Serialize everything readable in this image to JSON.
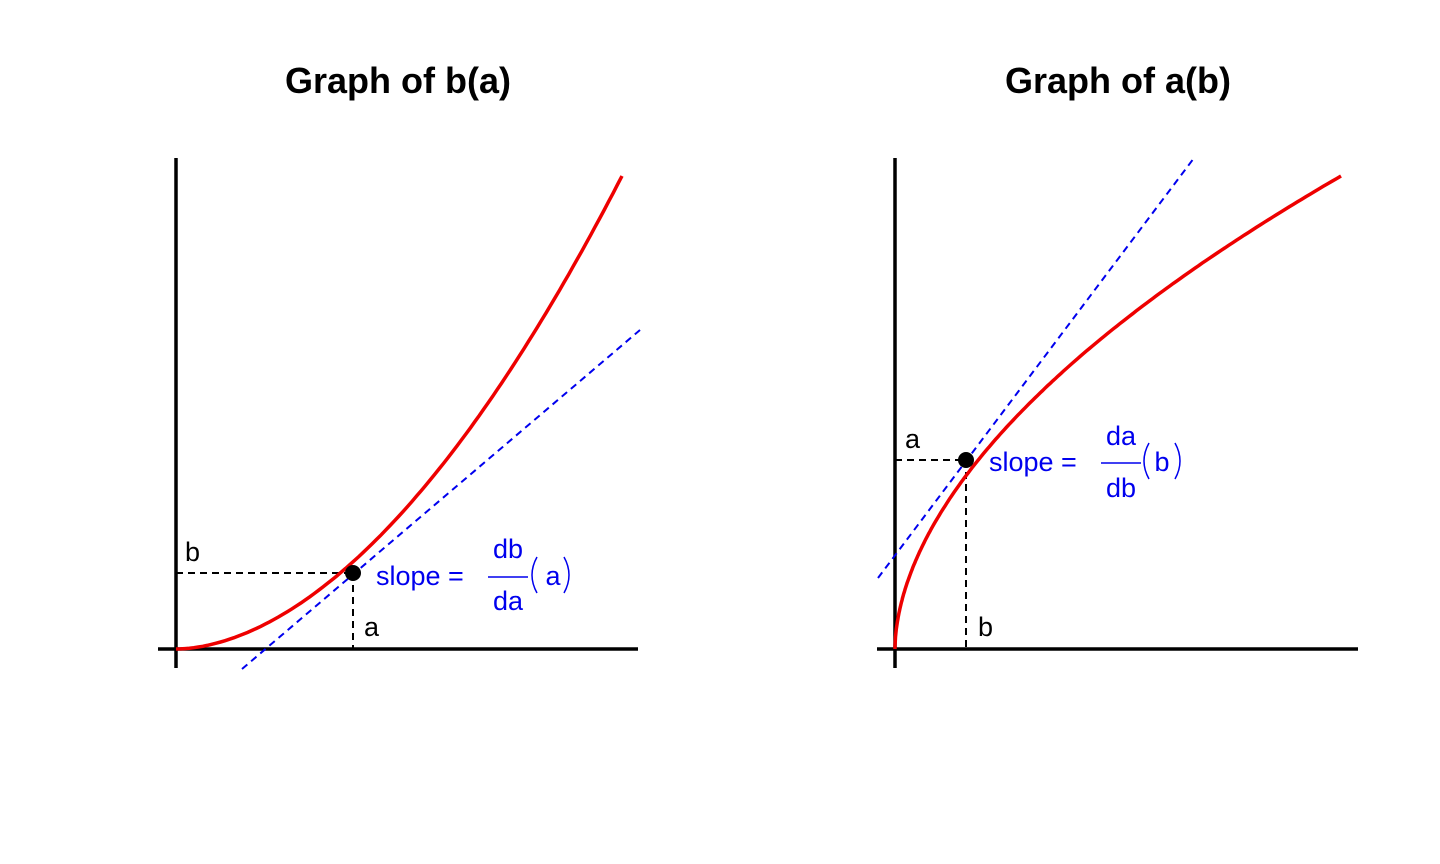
{
  "colors": {
    "curve": "#ee0000",
    "tangent": "#0000ee",
    "axis": "#000000",
    "guide": "#000000",
    "point": "#000000"
  },
  "panels": [
    {
      "title": "Graph of b(a)",
      "point_x_label": "a",
      "point_y_label": "b",
      "slope": {
        "prefix": "slope =",
        "numerator": "db",
        "denominator": "da",
        "argument": "a"
      }
    },
    {
      "title": "Graph of a(b)",
      "point_x_label": "b",
      "point_y_label": "a",
      "slope": {
        "prefix": "slope =",
        "numerator": "da",
        "denominator": "db",
        "argument": "b"
      }
    }
  ]
}
